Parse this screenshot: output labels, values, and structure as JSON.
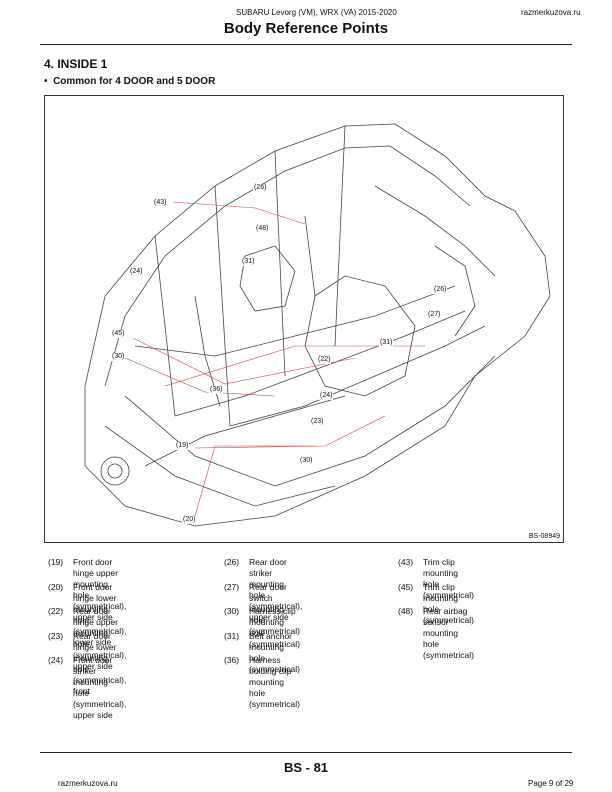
{
  "header": {
    "model": "SUBARU Levorg (VM), WRX (VA) 2015-2020",
    "site": "razmerkuzova.ru"
  },
  "title": "Body Reference Points",
  "section": {
    "heading": "4.  INSIDE 1",
    "subheading": "Common for 4 DOOR and 5 DOOR"
  },
  "figure": {
    "code": "BS-08949",
    "callouts": [
      "(43)",
      "(26)",
      "(48)",
      "(31)",
      "(24)",
      "(26)",
      "(27)",
      "(45)",
      "(30)",
      "(31)",
      "(22)",
      "(36)",
      "(24)",
      "(23)",
      "(19)",
      "(30)",
      "(20)"
    ]
  },
  "legend": {
    "col1": [
      {
        "num": "(19)",
        "text": "Front door hinge upper mounting\nhole (symmetrical), upper side"
      },
      {
        "num": "(20)",
        "text": "Front door hinge lower mounting\nhole (symmetrical), lower side"
      },
      {
        "num": "(22)",
        "text": "Rear door hinge upper mounting\nhole (symmetrical), upper side"
      },
      {
        "num": "(23)",
        "text": "Rear door hinge lower mounting\nhole (symmetrical), front"
      },
      {
        "num": "(24)",
        "text": "Front door striker mounting hole\n(symmetrical), upper side"
      }
    ],
    "col2": [
      {
        "num": "(26)",
        "text": "Rear door striker mounting hole\n(symmetrical), upper side"
      },
      {
        "num": "(27)",
        "text": "Rear door switch mounting hole\n(symmetrical)"
      },
      {
        "num": "(30)",
        "text": "Harness clip mounting hole\n(symmetrical)"
      },
      {
        "num": "(31)",
        "text": "Belt anchor mounting hole\n(symmetrical)"
      },
      {
        "num": "(36)",
        "text": "Harness holding clip mounting\nhole (symmetrical)"
      }
    ],
    "col3": [
      {
        "num": "(43)",
        "text": "Trim clip mounting hole\n(symmetrical)"
      },
      {
        "num": "(45)",
        "text": "Trim clip mounting hole\n(symmetrical)"
      },
      {
        "num": "(48)",
        "text": "Rear airbag sensor mounting hole\n(symmetrical)"
      }
    ]
  },
  "footer": {
    "site": "razmerkuzova.ru",
    "page_code": "BS - 81",
    "page_of": "Page 9 of 29"
  }
}
